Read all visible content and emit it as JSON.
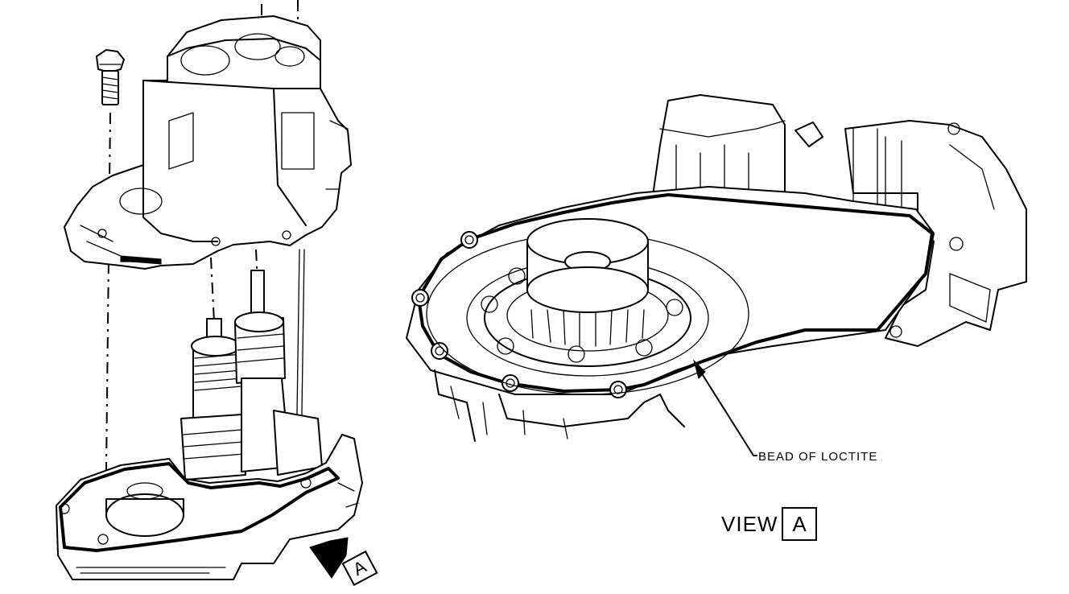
{
  "callout": {
    "bead_label": "BEAD OF LOCTITE"
  },
  "view": {
    "prefix": "VIEW",
    "letter": "A"
  },
  "arrow_marker": {
    "letter": "A"
  }
}
